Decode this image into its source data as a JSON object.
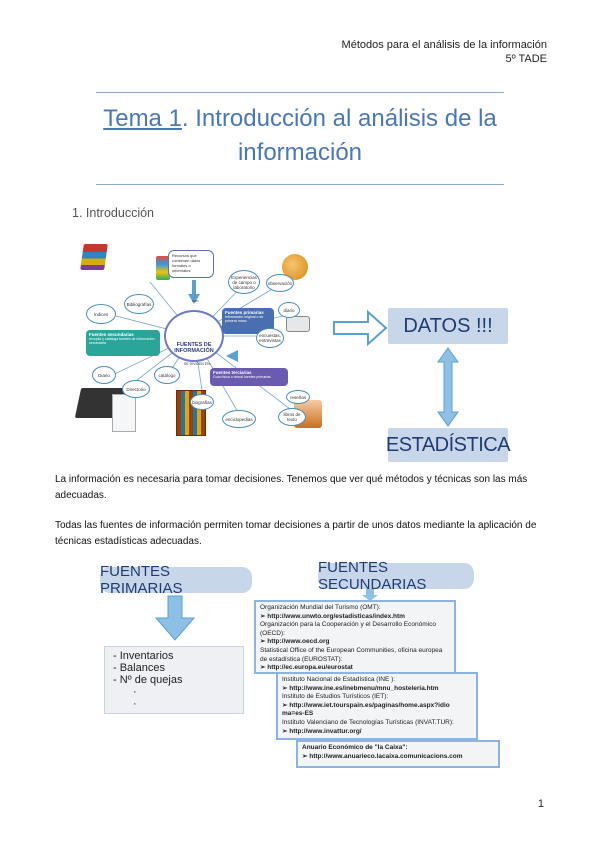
{
  "header": {
    "line1": "Métodos para el análisis de la información",
    "line2": "5º TADE"
  },
  "title": {
    "part1": "Tema 1",
    "part2": ". Introducción al análisis de la",
    "part3": "información"
  },
  "section": "1.  Introducción",
  "mindmap": {
    "center": "FUENTES DE INFORMACIÓN",
    "recursos": "Recursos que contienen datos formales o informales",
    "fuentes_primarias": "Fuentes primarias",
    "fp_desc": "Información original o de primera mano",
    "fuentes_secundarias": "Fuentes secundarias",
    "fs_desc": "recopila y cataloga fuentes de información secundaria",
    "fuentes_terciarias": "Fuentes terciarias",
    "ft_desc": "Guía física o virtual fuentes primarias",
    "se_dividen": "SE DIVIDEN EN:",
    "son": "son",
    "nodes": [
      "Índices",
      "Bibliografías",
      "Diario",
      "Directorio",
      "catálogo",
      "Experiencias de campo o laboratorio",
      "observación",
      "diario",
      "encuestas, entrevistas",
      "biografías",
      "enciclopedias",
      "libros de texto",
      "reseñas"
    ]
  },
  "diagram": {
    "datos": "DATOS !!!",
    "estadistica": "ESTADÍSTICA"
  },
  "para1": "La información es necesaria para tomar decisiones. Tenemos que ver qué métodos y técnicas son las más adecuadas.",
  "para2": "Todas las fuentes de información permiten tomar decisiones a partir de unos datos mediante la aplicación de técnicas estadísticas adecuadas.",
  "primarias": {
    "title": "FUENTES PRIMARIAS",
    "items": [
      "-  Inventarios",
      "-  Balances",
      "-  Nº de quejas",
      "·",
      "·"
    ]
  },
  "secundarias": {
    "title": "FUENTES SECUNDARIAS",
    "box1": [
      "Organización Mundial del Turismo (OMT):",
      "➢ http://www.unwto.org/estadisticas/index.htm",
      "Organización para la Cooperación y el Desarrollo Económico (OECD):",
      "➢  http://www.oecd.org",
      "Statistical Office of the European Communities, oficina europea de estadística (EUROSTAT):",
      "➢ http://ec.europa.eu/eurostat"
    ],
    "box2": [
      "Instituto Nacional de Estadística (INE ):",
      "➢ http://www.ine.es/inebmenu/mnu_hosteleria.htm",
      "Instituto de Estudios Turísticos (IET):",
      "➢ http://www.iet.tourspain.es/paginas/home.aspx?idio ma=es-ES",
      "Instituto Valenciano de Tecnologías Turísticas (INVAT.TUR):",
      "➢ http://www.invattur.org/"
    ],
    "box3": [
      "Anuario Económico de \"la Caixa\":",
      "➢ http://www.anuarieco.lacaixa.comunicacions.com"
    ]
  },
  "page_number": "1"
}
